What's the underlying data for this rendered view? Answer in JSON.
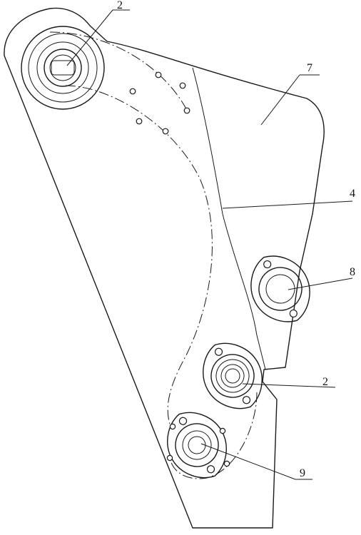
{
  "labels": {
    "top_roller": "2",
    "plate": "7",
    "edge": "4",
    "upper_bearing": "8",
    "middle_roller": "2",
    "lower_bearing": "9"
  }
}
